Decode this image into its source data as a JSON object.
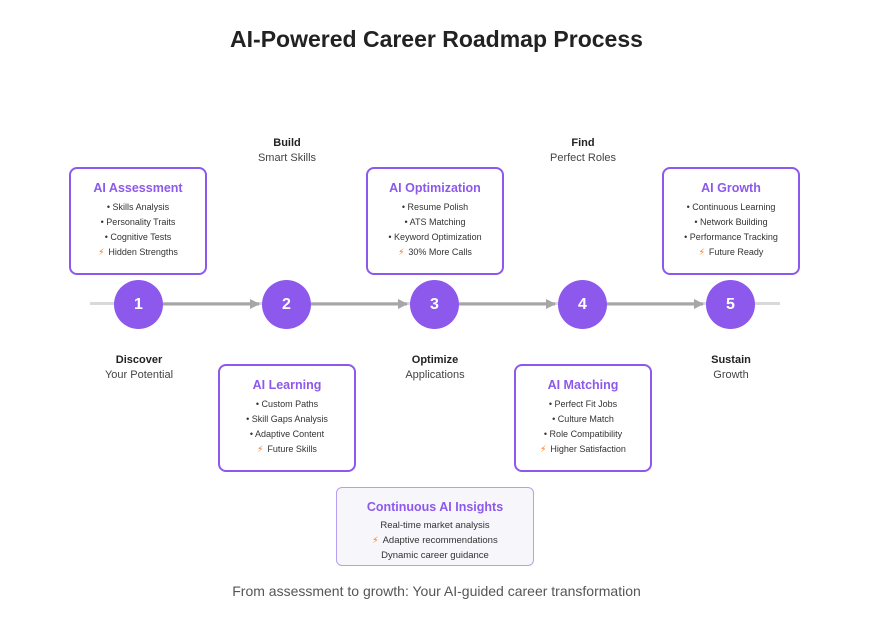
{
  "title": "AI-Powered Career Roadmap Process",
  "colors": {
    "accent": "#8d59ec",
    "timeline": "#d9d9d9",
    "arrow": "#a6a6a6",
    "bolt": "#ff6a00"
  },
  "steps": [
    {
      "number": "1",
      "label_line1": "Discover",
      "label_line2": "Your Potential"
    },
    {
      "number": "2",
      "label_line1": "Build",
      "label_line2": "Smart Skills"
    },
    {
      "number": "3",
      "label_line1": "Optimize",
      "label_line2": "Applications"
    },
    {
      "number": "4",
      "label_line1": "Find",
      "label_line2": "Perfect Roles"
    },
    {
      "number": "5",
      "label_line1": "Sustain",
      "label_line2": "Growth"
    }
  ],
  "cards": [
    {
      "title": "AI Assessment",
      "items": [
        "• Skills Analysis",
        "• Personality Traits",
        "• Cognitive Tests"
      ],
      "highlight": "Hidden Strengths"
    },
    {
      "title": "AI Learning",
      "items": [
        "• Custom Paths",
        "• Skill Gaps Analysis",
        "• Adaptive Content"
      ],
      "highlight": "Future Skills"
    },
    {
      "title": "AI Optimization",
      "items": [
        "• Resume Polish",
        "• ATS Matching",
        "• Keyword Optimization"
      ],
      "highlight": "30% More Calls"
    },
    {
      "title": "AI Matching",
      "items": [
        "• Perfect Fit Jobs",
        "• Culture Match",
        "• Role Compatibility"
      ],
      "highlight": "Higher Satisfaction"
    },
    {
      "title": "AI Growth",
      "items": [
        "• Continuous Learning",
        "• Network Building",
        "• Performance Tracking"
      ],
      "highlight": "Future Ready"
    }
  ],
  "insights": {
    "title": "Continuous AI Insights",
    "line1": "Real-time market analysis",
    "line2": "Adaptive recommendations",
    "line3": "Dynamic career guidance"
  },
  "icons": {
    "highlight": "lightning-bolt-icon",
    "bolt_glyph": "⚡"
  },
  "footer": "From assessment to growth: Your AI-guided career transformation"
}
